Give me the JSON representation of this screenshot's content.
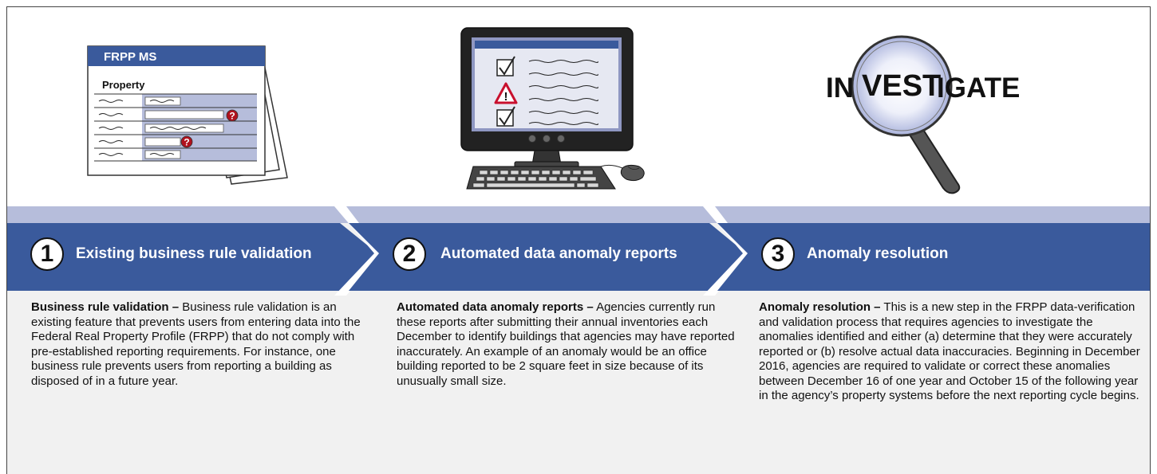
{
  "illustrations": {
    "document": {
      "header": "FRPP MS",
      "section": "Property"
    },
    "monitor": {},
    "investigate": {
      "word_left": "IN",
      "word_mid": "VEST",
      "word_right": "IGATE"
    }
  },
  "colors": {
    "band": "#3a5a9c",
    "band_light": "#b6bddb",
    "text": "#111111",
    "background_bottom": "#f1f1f1",
    "warning_red": "#c8102e"
  },
  "steps": [
    {
      "number": "1",
      "title": "Existing business rule validation",
      "desc_bold": "Business rule validation –",
      "desc_text": " Business rule validation is an existing feature that prevents users from entering data into the Federal Real Property Profile (FRPP) that do not comply with pre-established reporting requirements. For instance, one business rule prevents users from reporting a building as disposed of in a future year."
    },
    {
      "number": "2",
      "title": "Automated data anomaly reports",
      "desc_bold": "Automated data anomaly reports –",
      "desc_text": " Agencies currently run these reports after submitting their annual inventories each December to identify buildings that agencies may have reported inaccurately. An example of an anomaly would be an office building reported to be 2 square feet in size because of its unusually small size."
    },
    {
      "number": "3",
      "title": "Anomaly resolution",
      "desc_bold": "Anomaly resolution –",
      "desc_text": " This is a new step in the FRPP data-verification and validation process that requires agencies to investigate the anomalies identified and either (a) determine that they were accurately reported or (b) resolve actual data inaccuracies. Beginning in December 2016, agencies are required to validate or correct these anomalies between December 16 of one year and October 15 of the following year in the agency’s property systems before the next reporting cycle begins."
    }
  ]
}
